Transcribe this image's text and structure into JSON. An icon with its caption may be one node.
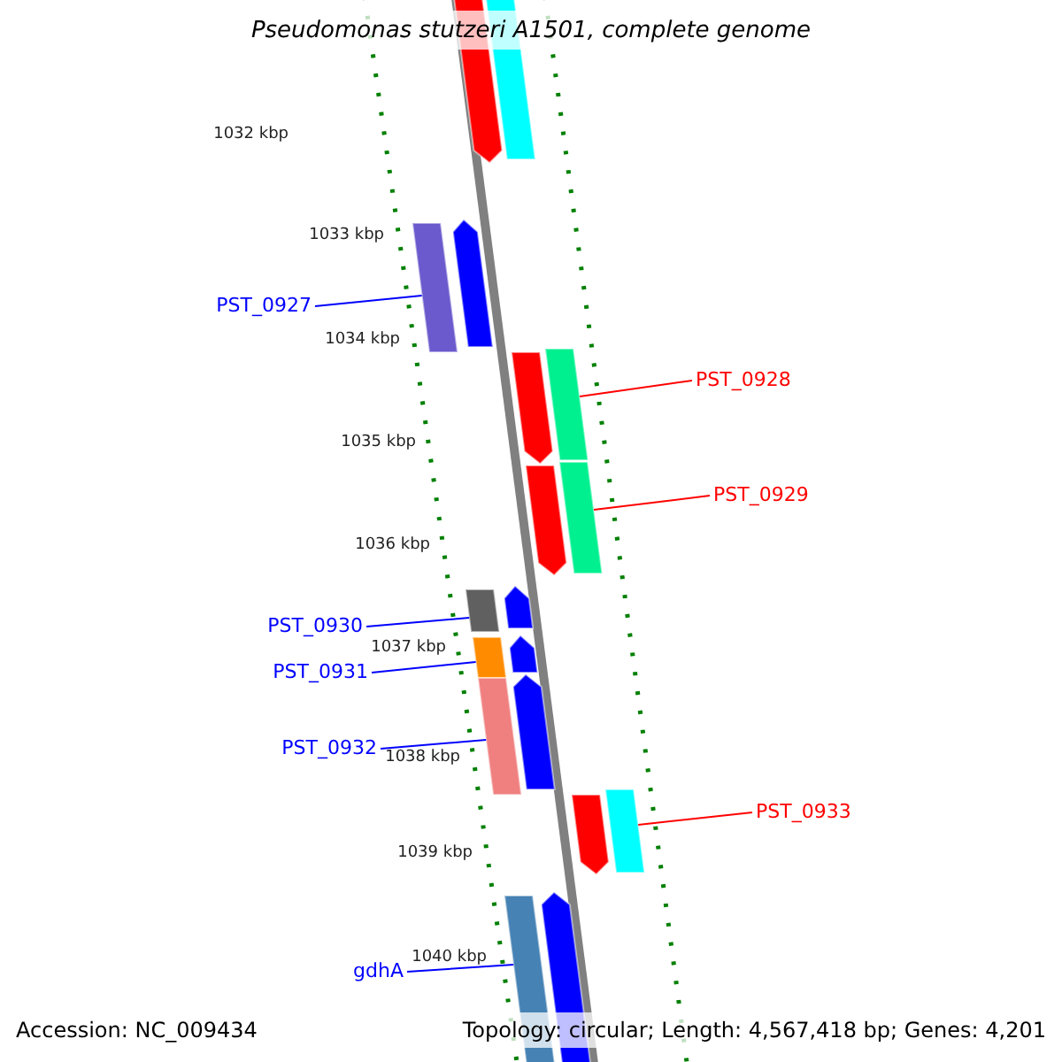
{
  "diagram": {
    "title": "Pseudomonas stutzeri A1501, complete genome",
    "nodes": [
      {
        "text": [
          "PST_0927"
        ]
      },
      {
        "text": [],
        "shape": "bar"
      },
      {
        "text": [
          "PST_0928"
        ]
      },
      {
        "text": [],
        "shape": "bar"
      },
      {
        "text": [
          "PST_0929"
        ]
      },
      {
        "text": [],
        "shape": "bar"
      },
      {
        "text": [
          "PST_0930"
        ]
      },
      {
        "text": [],
        "shape": "bar"
      },
      {
        "text": [
          "PST_0931"
        ]
      },
      {
        "text": [],
        "shape": "bar"
      },
      {
        "text": [
          "PST_0932"
        ]
      },
      {
        "text": [],
        "shape": "bar"
      },
      {
        "text": [
          "PST_0933"
        ]
      },
      {
        "text": [],
        "shape": "bar"
      },
      {
        "text": [
          "gdhA"
        ]
      },
      {
        "text": [],
        "shape": "bar"
      },
      {
        "text": [],
        "shape": "bar"
      },
      {
        "text": [],
        "shape": "bar"
      },
      {
        "text": [],
        "shape": "bar"
      },
      {
        "text": [],
        "shape": "bar"
      },
      {
        "text": [],
        "shape": "bar"
      },
      {
        "text": [],
        "shape": "bar"
      },
      {
        "text": [],
        "shape": "bar"
      },
      {
        "text": [],
        "shape": "bar"
      },
      {
        "text": [],
        "shape": "bar"
      },
      {
        "text": [],
        "shape": "bar"
      }
    ],
    "edges": [
      {
        "from": 0,
        "to": 1,
        "arrow": "none"
      },
      {
        "from": 2,
        "to": 3,
        "arrow": "none",
        "color": "#ff0000"
      },
      {
        "from": 4,
        "to": 5,
        "arrow": "none",
        "color": "#ff0000"
      },
      {
        "from": 6,
        "to": 7,
        "arrow": "none"
      },
      {
        "from": 8,
        "to": 9,
        "arrow": "none"
      },
      {
        "from": 10,
        "to": 11,
        "arrow": "none"
      },
      {
        "from": 12,
        "to": 13,
        "arrow": "none",
        "color": "#ff0000"
      },
      {
        "from": 14,
        "to": 15,
        "arrow": "none"
      }
    ],
    "labels": [
      "1032 kbp",
      "1033 kbp",
      "1034 kbp",
      "1035 kbp",
      "1036 kbp",
      "1037 kbp",
      "1038 kbp",
      "1039 kbp",
      "1040 kbp",
      "Accession: NC_009434",
      "Topology: circular; Length: 4,567,418 bp; Genes: 4,201"
    ]
  }
}
